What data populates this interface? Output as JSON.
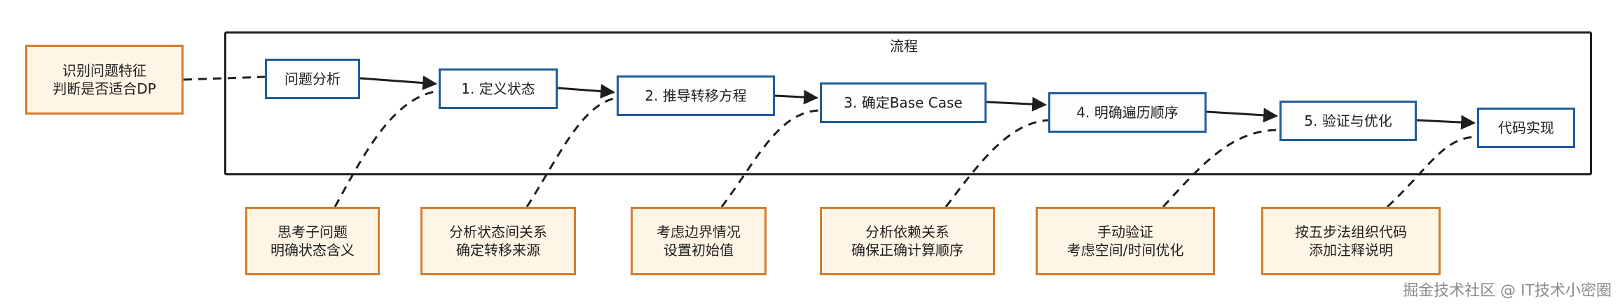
{
  "frame": {
    "label": "流程"
  },
  "input_note": {
    "text": "识别问题特征\n判断是否适合DP"
  },
  "steps": [
    {
      "id": "analyze",
      "label": "问题分析"
    },
    {
      "id": "step1",
      "label": "1. 定义状态"
    },
    {
      "id": "step2",
      "label": "2. 推导转移方程"
    },
    {
      "id": "step3",
      "label": "3. 确定Base Case"
    },
    {
      "id": "step4",
      "label": "4. 明确遍历顺序"
    },
    {
      "id": "step5",
      "label": "5. 验证与优化"
    },
    {
      "id": "implement",
      "label": "代码实现"
    }
  ],
  "notes": [
    {
      "id": "note1",
      "text": "思考子问题\n明确状态含义",
      "attaches_to": "step1"
    },
    {
      "id": "note2",
      "text": "分析状态间关系\n确定转移来源",
      "attaches_to": "step2"
    },
    {
      "id": "note3",
      "text": "考虑边界情况\n设置初始值",
      "attaches_to": "step3"
    },
    {
      "id": "note4",
      "text": "分析依赖关系\n确保正确计算顺序",
      "attaches_to": "step4"
    },
    {
      "id": "note5",
      "text": "手动验证\n考虑空间/时间优化",
      "attaches_to": "step5"
    },
    {
      "id": "note6",
      "text": "按五步法组织代码\n添加注释说明",
      "attaches_to": "implement"
    }
  ],
  "watermark": "掘金技术社区 @ IT技术小密圈",
  "colors": {
    "step_border": "#1f5c99",
    "note_border": "#d57b2d",
    "note_fill": "#fff5e6",
    "line": "#1e1e1e"
  }
}
